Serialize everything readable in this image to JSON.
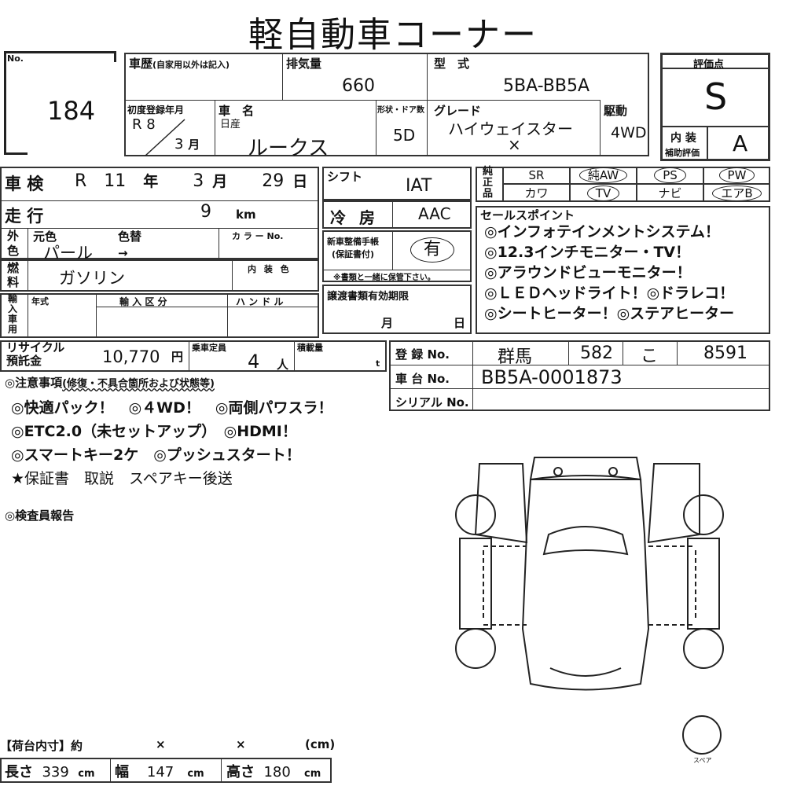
{
  "title": "軽自動車コーナー",
  "lot": {
    "label": "No.",
    "number": "184"
  },
  "history": {
    "label": "車歴",
    "sub": "(自家用以外は記入)",
    "value": ""
  },
  "displacement": {
    "label": "排気量",
    "value": "660"
  },
  "model": {
    "label": "型　式",
    "value": "5BA-BB5A"
  },
  "first_reg": {
    "label": "初度登録年月",
    "year": "R 8",
    "month": "3",
    "month_unit": "月"
  },
  "car_name": {
    "label": "車　名",
    "maker": "日産",
    "value": "ルークス"
  },
  "body": {
    "label": "形状・ドア数",
    "value": "5D"
  },
  "grade": {
    "label": "グレード",
    "value": "ハイウェイスター",
    "value2": "×"
  },
  "drive": {
    "label": "駆動",
    "value": "4WD"
  },
  "score": {
    "label": "評価点",
    "value": "S",
    "interior_label": "内 装",
    "interior_sub": "補助評価",
    "interior_value": "A"
  },
  "inspection": {
    "label": "車 検",
    "era": "R",
    "year": "11",
    "y_unit": "年",
    "month": "3",
    "m_unit": "月",
    "day": "29",
    "d_unit": "日"
  },
  "mileage": {
    "label": "走 行",
    "value": "9",
    "unit": "km"
  },
  "exterior": {
    "label": "外色",
    "orig_label": "元色",
    "change_label": "色替",
    "orig": "パール",
    "change": "→",
    "color_no_label": "カ ラ ー No."
  },
  "fuel": {
    "label": "燃料",
    "value": "ガソリン",
    "interior_color_label": "内 装 色"
  },
  "import": {
    "label": "輸入車用",
    "year_label": "年式",
    "class_label": "輸 入 区 分",
    "handle_label": "ハ ン ド ル"
  },
  "recycle": {
    "label1": "リサイクル",
    "label2": "預託金",
    "value": "10,770",
    "unit": "円"
  },
  "capacity": {
    "label": "乗車定員",
    "value": "4",
    "unit": "人"
  },
  "load": {
    "label": "積載量",
    "unit": "t"
  },
  "shift": {
    "label": "シフト",
    "value": "IAT"
  },
  "ac": {
    "label": "冷 房",
    "value": "AAC"
  },
  "manual": {
    "label1": "新車整備手帳",
    "label2": "(保証書付)",
    "value": "有",
    "note": "※書類と一緒に保管下さい。"
  },
  "transfer": {
    "label": "譲渡書類有効期限",
    "month": "月",
    "day": "日"
  },
  "genuine": {
    "label": "純正品",
    "items": [
      {
        "text": "SR",
        "circled": false
      },
      {
        "text": "純AW",
        "circled": true
      },
      {
        "text": "PS",
        "circled": true
      },
      {
        "text": "PW",
        "circled": true
      },
      {
        "text": "カワ",
        "circled": false
      },
      {
        "text": "TV",
        "circled": true
      },
      {
        "text": "ナビ",
        "circled": false
      },
      {
        "text": "エアB",
        "circled": true
      }
    ]
  },
  "sales": {
    "label": "セールスポイント",
    "lines": [
      "◎インフォテインメントシステム！",
      "◎12.3インチモニター・TV！",
      "◎アラウンドビューモニター！",
      "◎ＬＥＤヘッドライト！◎ドラレコ！",
      "◎シートヒーター！◎ステアヒーター"
    ]
  },
  "registration": {
    "label": "登 録 No.",
    "pref": "群馬",
    "class": "582",
    "kana": "こ",
    "number": "8591"
  },
  "chassis": {
    "label": "車 台 No.",
    "value": "BB5A-0001873"
  },
  "serial": {
    "label": "シリアル No.",
    "value": ""
  },
  "notes": {
    "label": "◎注意事項",
    "sub": "(修復・不具合箇所および状態等)",
    "lines": [
      "◎快適パック！　◎４WD！　◎両側パワスラ！",
      "◎ETC2.0（未セットアップ）　◎HDMI！",
      "◎スマートキー2ケ　◎プッシュスタート！",
      "★保証書　取説　スペアキー後送"
    ]
  },
  "inspector": {
    "label": "◎検査員報告"
  },
  "spare_label": "スペア",
  "cargo": {
    "label": "【荷台内寸】約",
    "x1": "×",
    "x2": "×",
    "unit": "(cm)",
    "length_label": "長さ",
    "length": "339",
    "width_label": "幅",
    "width": "147",
    "height_label": "高さ",
    "height": "180",
    "cm": "cm"
  }
}
